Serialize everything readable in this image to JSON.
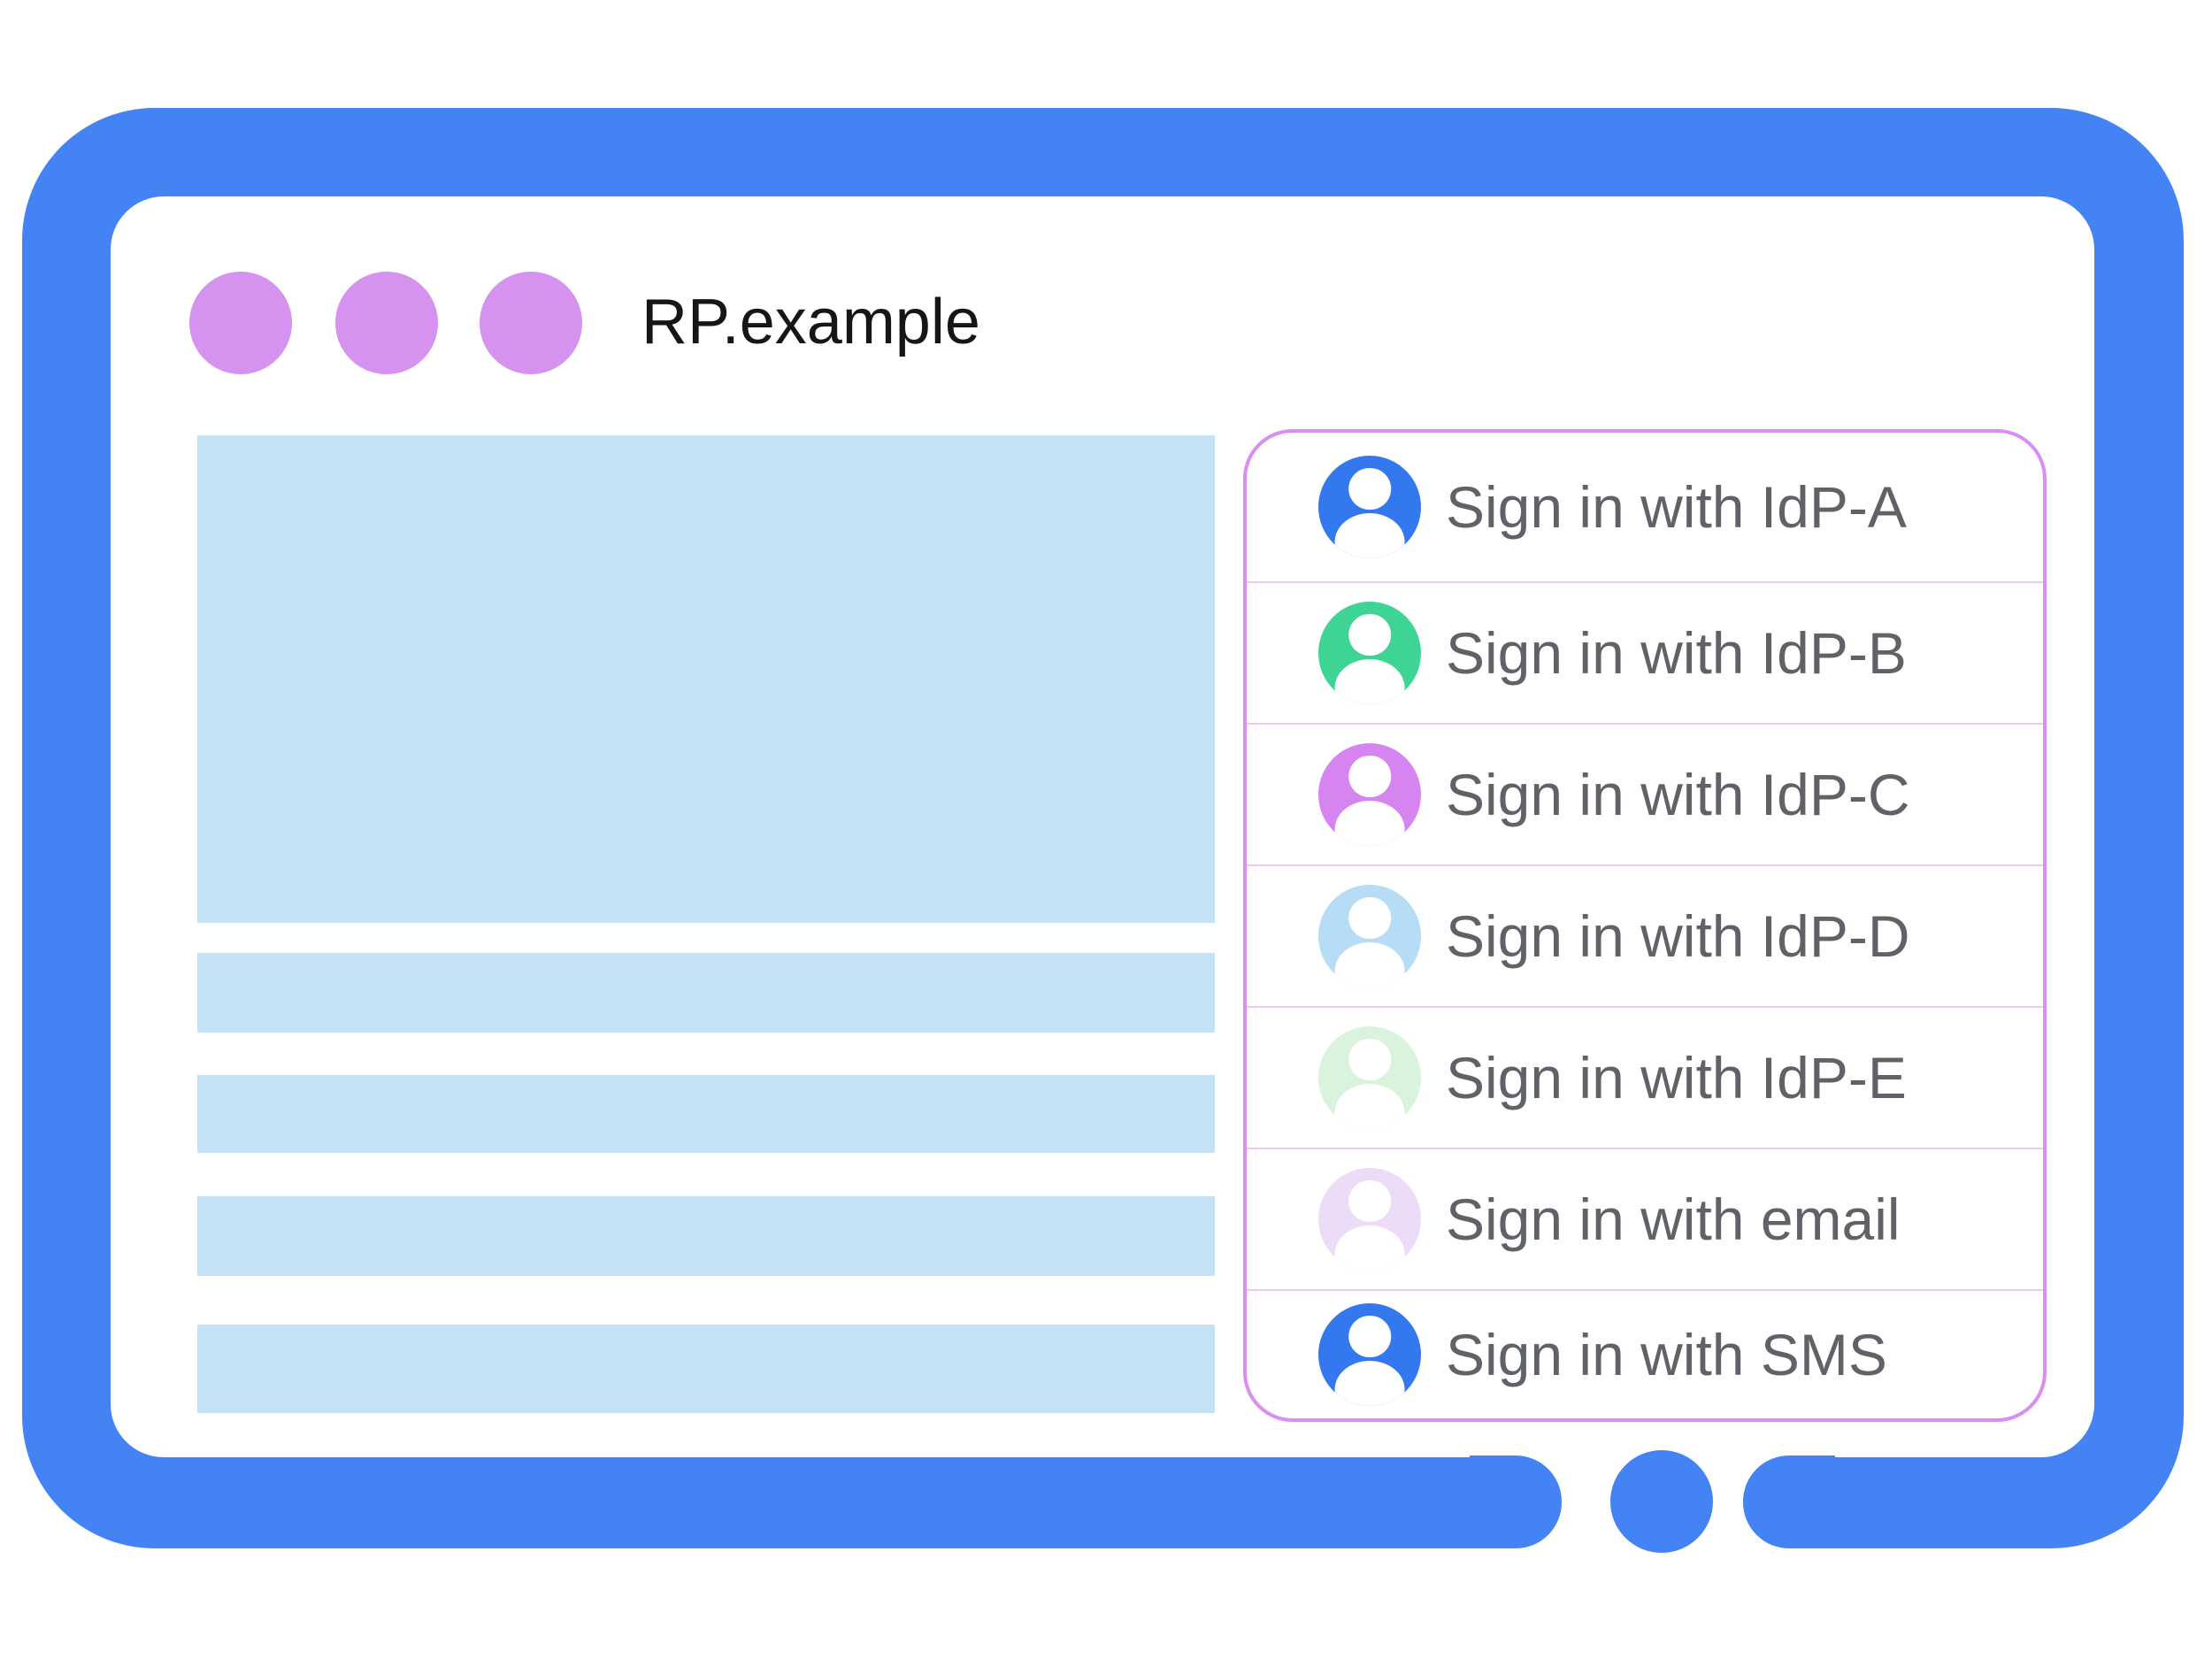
{
  "illustration": {
    "browser_window": {
      "title": "RP.example"
    }
  },
  "signin_panel": {
    "items": [
      {
        "label": "Sign in with IdP-A",
        "avatar_color": "#3478ef"
      },
      {
        "label": "Sign in with IdP-B",
        "avatar_color": "#3ed494"
      },
      {
        "label": "Sign in with IdP-C",
        "avatar_color": "#d584f0"
      },
      {
        "label": "Sign in with IdP-D",
        "avatar_color": "#b7dcf6"
      },
      {
        "label": "Sign in with IdP-E",
        "avatar_color": "#d9f3dc"
      },
      {
        "label": "Sign in with email",
        "avatar_color": "#ecdcf7"
      },
      {
        "label": "Sign in with SMS",
        "avatar_color": "#3478ef"
      }
    ]
  },
  "colors": {
    "frame_blue": "#4483f3",
    "window_dot_violet": "#d592ef",
    "content_placeholder_blue": "#c5e1f6",
    "panel_border_violet": "#d98ef2",
    "panel_divider_pink": "#f2c6f6",
    "label_gray": "#5f6368",
    "title_black": "#161616",
    "avatar_glyph_white": "#ffffff"
  }
}
